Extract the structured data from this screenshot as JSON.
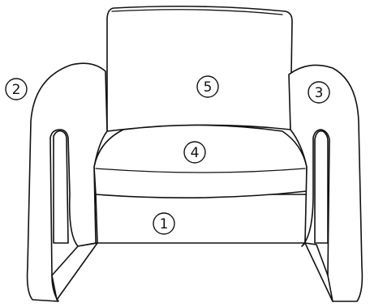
{
  "callouts": [
    {
      "id": "base",
      "label": "1"
    },
    {
      "id": "left-arm",
      "label": "2"
    },
    {
      "id": "right-arm",
      "label": "3"
    },
    {
      "id": "seat-cushion",
      "label": "4"
    },
    {
      "id": "back-cushion",
      "label": "5"
    }
  ],
  "colors": {
    "line": "#111111",
    "fill": "#ffffff"
  }
}
